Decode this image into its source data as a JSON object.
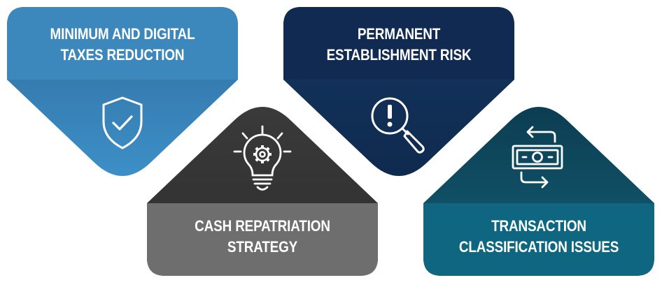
{
  "tiles": [
    {
      "id": "taxes",
      "lines": [
        "MINIMUM AND DIGITAL",
        "TAXES REDUCTION"
      ],
      "icon": "shield-check-icon",
      "colors": {
        "header": "#3c87bb",
        "top": "#2f6e9e",
        "bottom": "#3d8fc8"
      }
    },
    {
      "id": "establishment",
      "lines": [
        "PERMANENT",
        "ESTABLISHMENT RISK"
      ],
      "icon": "magnifier-alert-icon",
      "colors": {
        "header": "#102a52",
        "top": "#14365f",
        "bottom": "#0f2a4f"
      }
    },
    {
      "id": "cash",
      "lines": [
        "CASH REPATRIATION",
        "STRATEGY"
      ],
      "icon": "lightbulb-gear-icon",
      "colors": {
        "header": "#6e6e6e",
        "top": "#3a3a3a",
        "bottom": "#2e2e2e"
      }
    },
    {
      "id": "transaction",
      "lines": [
        "TRANSACTION",
        "CLASSIFICATION ISSUES"
      ],
      "icon": "money-exchange-icon",
      "colors": {
        "header": "#0e6680",
        "top": "#0c3d52",
        "bottom": "#135e74"
      }
    }
  ]
}
